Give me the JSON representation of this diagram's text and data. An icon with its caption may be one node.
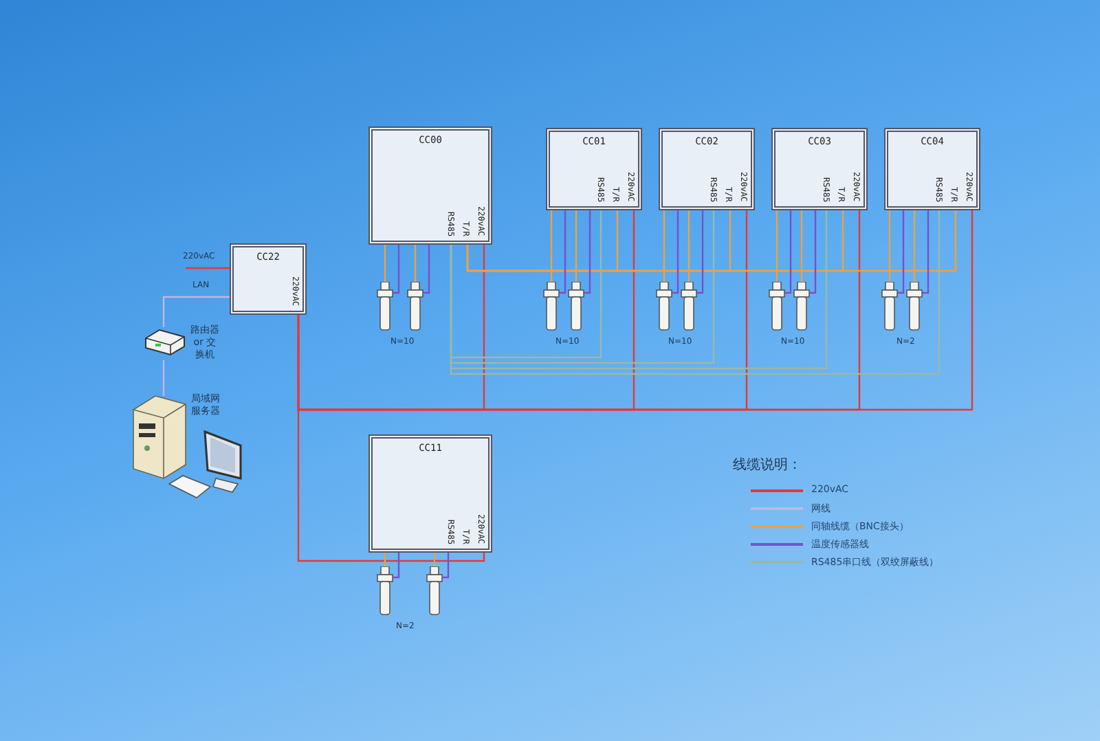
{
  "diagram": {
    "nodes": [
      {
        "text": [
          "CC00",
          "RS485",
          "T/R",
          "220vAC"
        ]
      },
      {
        "text": [
          "CC01",
          "RS485",
          "T/R",
          "220vAC"
        ]
      },
      {
        "text": [
          "CC02",
          "RS485",
          "T/R",
          "220vAC"
        ]
      },
      {
        "text": [
          "CC03",
          "RS485",
          "T/R",
          "220vAC"
        ]
      },
      {
        "text": [
          "CC04",
          "RS485",
          "T/R",
          "220vAC"
        ]
      },
      {
        "text": [
          "CC22",
          "220vAC"
        ]
      },
      {
        "text": [
          "路由器 or 交换机"
        ]
      },
      {
        "text": [
          "局域网服务器"
        ]
      },
      {
        "text": [],
        "shape": "picture"
      },
      {
        "text": [],
        "shape": "picture"
      },
      {
        "text": [],
        "shape": "picture"
      },
      {
        "text": [],
        "shape": "picture"
      },
      {
        "text": [],
        "shape": "picture"
      },
      {
        "text": [],
        "shape": "picture"
      },
      {
        "text": [],
        "shape": "picture"
      },
      {
        "text": [],
        "shape": "picture"
      },
      {
        "text": [],
        "shape": "picture"
      },
      {
        "text": [],
        "shape": "picture"
      },
      {
        "text": [
          "CC11",
          "RS485",
          "T/R",
          "220vAC"
        ]
      },
      {
        "text": [],
        "shape": "picture"
      },
      {
        "text": [],
        "shape": "picture"
      }
    ],
    "edges": [
      {
        "from": null,
        "to": 5,
        "arrow": "none",
        "label": "220vAC",
        "color": "#e53935"
      },
      {
        "from": 5,
        "to": 6,
        "arrow": "none",
        "label": "LAN",
        "color": "#c4b4e4"
      },
      {
        "from": 6,
        "to": 7,
        "arrow": "none",
        "color": "#c4b4e4"
      },
      {
        "from": 5,
        "to": 0,
        "arrow": "none",
        "color": "#e53935"
      },
      {
        "from": 5,
        "to": 1,
        "arrow": "none",
        "color": "#e53935"
      },
      {
        "from": 5,
        "to": 2,
        "arrow": "none",
        "color": "#e53935"
      },
      {
        "from": 5,
        "to": 3,
        "arrow": "none",
        "color": "#e53935"
      },
      {
        "from": 5,
        "to": 4,
        "arrow": "none",
        "color": "#e53935"
      },
      {
        "from": 5,
        "to": 18,
        "arrow": "none",
        "color": "#e53935"
      },
      {
        "from": 0,
        "to": 1,
        "arrow": "none",
        "color": "#f0a040"
      },
      {
        "from": 0,
        "to": 2,
        "arrow": "none",
        "color": "#f0a040"
      },
      {
        "from": 0,
        "to": 3,
        "arrow": "none",
        "color": "#f0a040"
      },
      {
        "from": 0,
        "to": 4,
        "arrow": "none",
        "color": "#f0a040"
      },
      {
        "from": 1,
        "to": 0,
        "arrow": "none",
        "color": "#9ab8a8"
      },
      {
        "from": 2,
        "to": 0,
        "arrow": "none",
        "color": "#9ab8a8"
      },
      {
        "from": 3,
        "to": 0,
        "arrow": "none",
        "color": "#9ab8a8"
      },
      {
        "from": 4,
        "to": 0,
        "arrow": "none",
        "color": "#9ab8a8"
      },
      {
        "from": 0,
        "to": 8,
        "arrow": "none",
        "color": "#f0a040"
      },
      {
        "from": 0,
        "to": 8,
        "arrow": "none",
        "color": "#7b4fd0"
      },
      {
        "from": 0,
        "to": 9,
        "arrow": "none",
        "color": "#f0a040"
      },
      {
        "from": 0,
        "to": 9,
        "arrow": "none",
        "color": "#7b4fd0"
      },
      {
        "from": 1,
        "to": 10,
        "arrow": "none",
        "color": "#f0a040"
      },
      {
        "from": 1,
        "to": 10,
        "arrow": "none",
        "color": "#7b4fd0"
      },
      {
        "from": 1,
        "to": 11,
        "arrow": "none",
        "color": "#f0a040"
      },
      {
        "from": 1,
        "to": 11,
        "arrow": "none",
        "color": "#7b4fd0"
      },
      {
        "from": 2,
        "to": 12,
        "arrow": "none",
        "color": "#f0a040"
      },
      {
        "from": 2,
        "to": 12,
        "arrow": "none",
        "color": "#7b4fd0"
      },
      {
        "from": 2,
        "to": 13,
        "arrow": "none",
        "color": "#f0a040"
      },
      {
        "from": 2,
        "to": 13,
        "arrow": "none",
        "color": "#7b4fd0"
      },
      {
        "from": 3,
        "to": 14,
        "arrow": "none",
        "color": "#f0a040"
      },
      {
        "from": 3,
        "to": 14,
        "arrow": "none",
        "color": "#7b4fd0"
      },
      {
        "from": 3,
        "to": 15,
        "arrow": "none",
        "color": "#f0a040"
      },
      {
        "from": 3,
        "to": 15,
        "arrow": "none",
        "color": "#7b4fd0"
      },
      {
        "from": 4,
        "to": 16,
        "arrow": "none",
        "color": "#f0a040"
      },
      {
        "from": 4,
        "to": 16,
        "arrow": "none",
        "color": "#7b4fd0"
      },
      {
        "from": 4,
        "to": 17,
        "arrow": "none",
        "color": "#f0a040"
      },
      {
        "from": 4,
        "to": 17,
        "arrow": "none",
        "color": "#7b4fd0"
      },
      {
        "from": 18,
        "to": 19,
        "arrow": "none",
        "color": "#f0a040"
      },
      {
        "from": 18,
        "to": 19,
        "arrow": "none",
        "color": "#7b4fd0"
      },
      {
        "from": 18,
        "to": 20,
        "arrow": "none",
        "color": "#f0a040"
      },
      {
        "from": 18,
        "to": 20,
        "arrow": "none",
        "color": "#7b4fd0"
      }
    ],
    "labels": [
      "N=10",
      "N=10",
      "N=10",
      "N=10",
      "N=2",
      "N=2",
      "线缆说明："
    ],
    "legend": [
      {
        "text": "220vAC",
        "color": "#e53935"
      },
      {
        "text": "网线",
        "color": "#c4b4e4"
      },
      {
        "text": "同轴线缆（BNC接头）",
        "color": "#f0a040"
      },
      {
        "text": "温度传感器线",
        "color": "#7b4fd0"
      },
      {
        "text": "RS485串口线（双绞屏蔽线）",
        "color": "#9ab8a8"
      }
    ]
  }
}
